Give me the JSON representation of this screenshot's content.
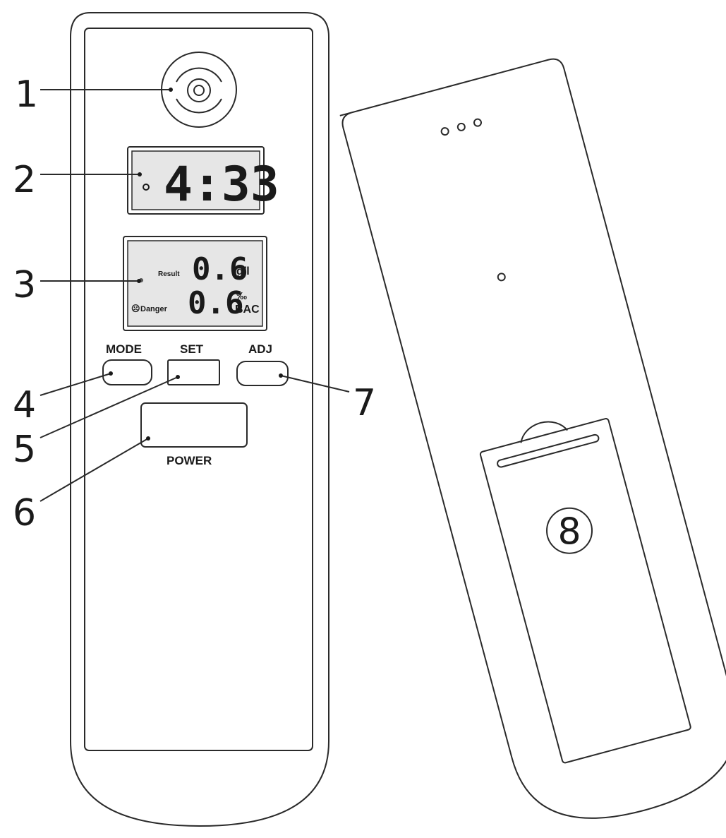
{
  "callouts": [
    "1",
    "2",
    "3",
    "4",
    "5",
    "6",
    "7"
  ],
  "back_callout": "8",
  "buttons": {
    "mode": "MODE",
    "set": "SET",
    "adj": "ADJ",
    "power": "POWER"
  },
  "clock_display": {
    "time": "4:33"
  },
  "result_display": {
    "result_label": "Result",
    "danger_label": "Danger",
    "value_top": "0.6",
    "unit_top": "g/l",
    "value_bottom": "0.6",
    "unit_bottom_1": "‰",
    "unit_bottom_2": "BAC"
  },
  "colors": {
    "line": "#2a2a2a",
    "lcd_fill": "#e6e6e6",
    "background": "#ffffff"
  }
}
